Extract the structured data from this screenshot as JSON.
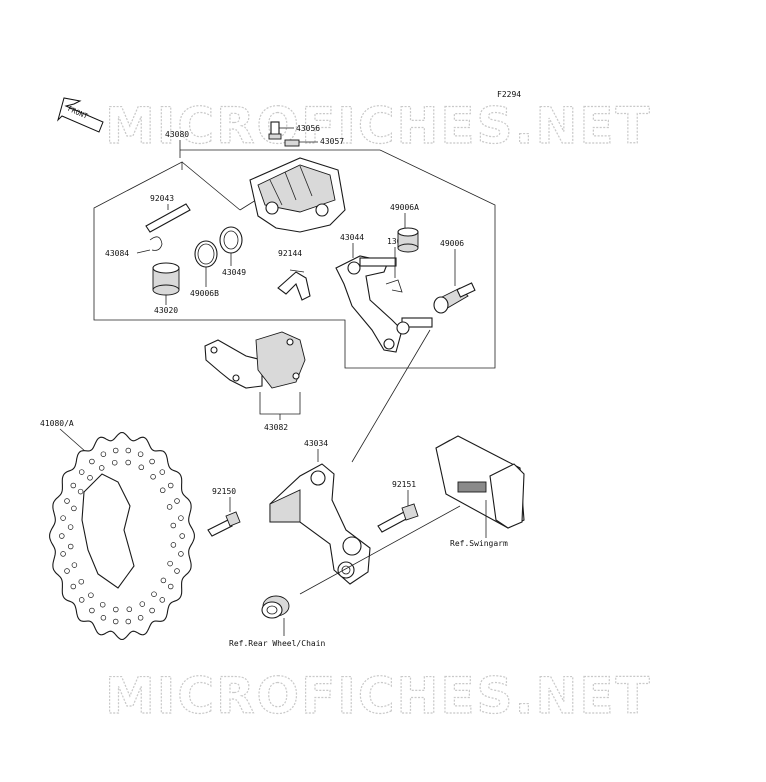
{
  "diagram": {
    "figure_code": "F2294",
    "front_label": "FRONT",
    "watermark_top": "MICROFICHES.NET",
    "watermark_bottom": "MICROFICHES.NET",
    "parts": {
      "p43080": "43080",
      "p43056": "43056",
      "p43057": "43057",
      "p92043": "92043",
      "p49006A": "49006A",
      "p43044": "43044",
      "p43084": "43084",
      "p92144": "92144",
      "p13070": "13070",
      "p49006": "49006",
      "p43049": "43049",
      "p49006B": "49006B",
      "p43020": "43020",
      "p43082": "43082",
      "p41080A": "41080/A",
      "p43034": "43034",
      "p92150": "92150",
      "p92151": "92151"
    },
    "refs": {
      "swingarm": "Ref.Swingarm",
      "rear_wheel": "Ref.Rear Wheel/Chain"
    }
  }
}
